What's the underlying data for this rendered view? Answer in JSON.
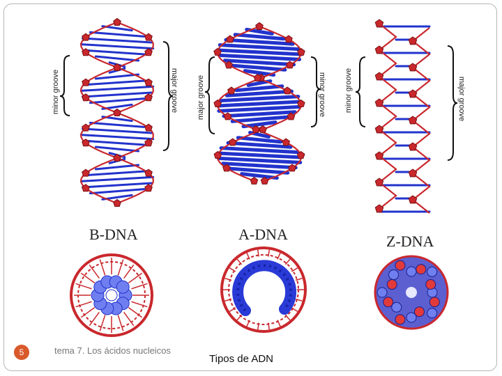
{
  "slide": {
    "number": "5",
    "footer_text": "tema 7. Los ácidos nucleicos",
    "title": "Tipos de ADN"
  },
  "figure": {
    "panels": [
      {
        "label": "B-DNA",
        "left_groove": "minor groove",
        "right_groove": "major groove"
      },
      {
        "label": "A-DNA",
        "left_groove": "major groove",
        "right_groove": "minor groove"
      },
      {
        "label": "Z-DNA",
        "left_groove": "minor groove",
        "right_groove": "major groove"
      }
    ]
  },
  "colors": {
    "backbone": "#c9282d",
    "base": "#2233cc",
    "accent": "#d9592b"
  }
}
